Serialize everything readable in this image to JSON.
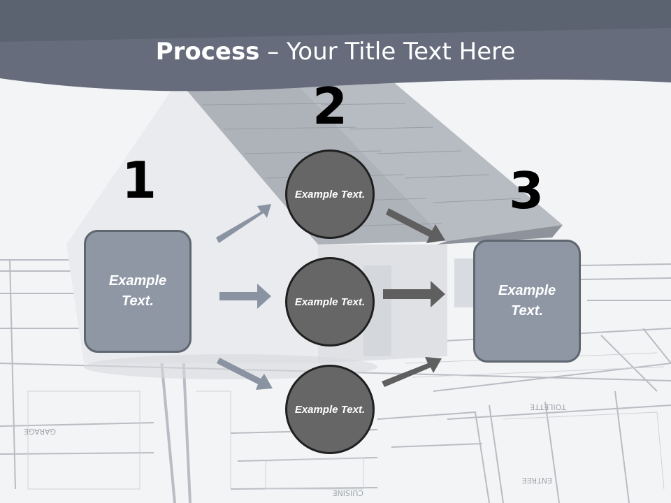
{
  "title": {
    "bold": "Process",
    "rest": " – Your Title Text Here"
  },
  "steps": [
    {
      "number": "1",
      "label": "Example Text."
    },
    {
      "number": "2",
      "label": "Example Text."
    },
    {
      "number": "3",
      "label": "Example Text."
    }
  ],
  "circles": [
    {
      "label": "Example Text."
    },
    {
      "label": "Example Text."
    },
    {
      "label": "Example Text."
    }
  ],
  "colors": {
    "header": "#5b6270",
    "box_fill": "#8f97a5",
    "circle_fill": "#666666",
    "arrow_light": "#8a93a2",
    "arrow_dark": "#5f5f5f"
  }
}
